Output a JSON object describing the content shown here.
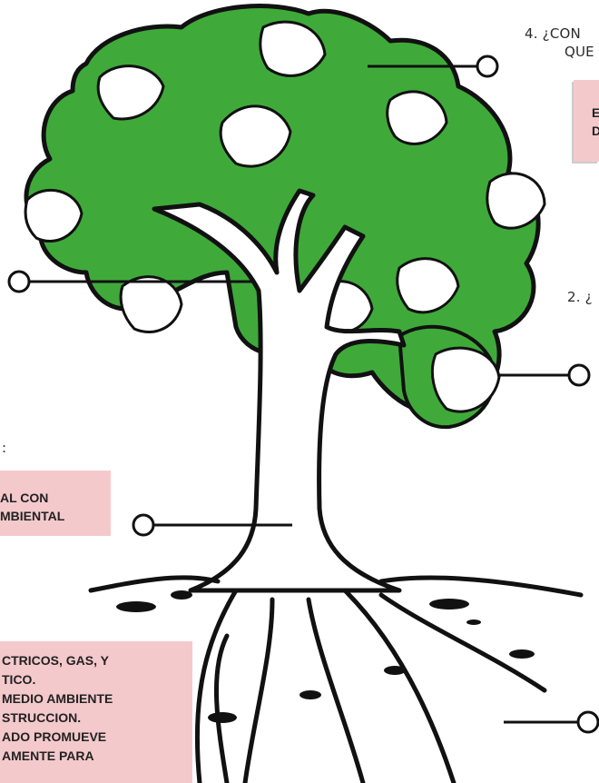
{
  "questions": {
    "q4_line1": "4. ¿CON",
    "q4_line2": "QUE",
    "q2": "2. ¿",
    "left_colon": ":"
  },
  "boxes": {
    "top_right": [
      "E",
      "D"
    ],
    "left_middle": [
      "AL CON",
      "MBIENTAL"
    ],
    "bottom_left": [
      "CTRICOS, GAS, Y",
      "TICO.",
      "MEDIO AMBIENTE",
      "STRUCCION.",
      "ADO PROMUEVE",
      "AMENTE PARA"
    ]
  },
  "colors": {
    "canopy": "#3faa3a",
    "pink_box": "#f4c9cc",
    "ink": "#111111"
  }
}
